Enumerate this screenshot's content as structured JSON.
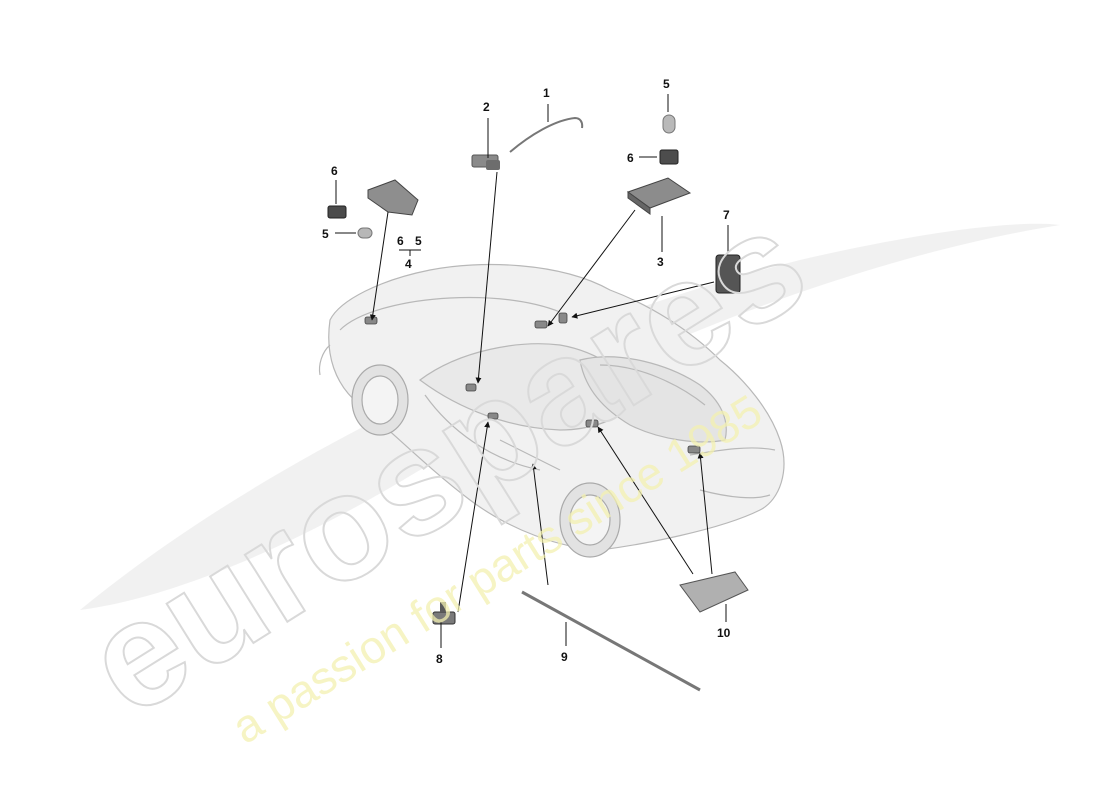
{
  "diagram": {
    "part_labels": {
      "p1": "1",
      "p2": "2",
      "p3": "3",
      "p4": "4",
      "p5a": "5",
      "p5b": "5",
      "p5c": "5",
      "p6a": "6",
      "p6b": "6",
      "p6c": "6",
      "p7": "7",
      "p8": "8",
      "p9": "9",
      "p10": "10"
    }
  },
  "watermark": {
    "brand": "eurospares",
    "tagline": "a passion for parts since 1985",
    "brand_color": "#d9d9d9",
    "tagline_color": "#f3f0b0"
  }
}
